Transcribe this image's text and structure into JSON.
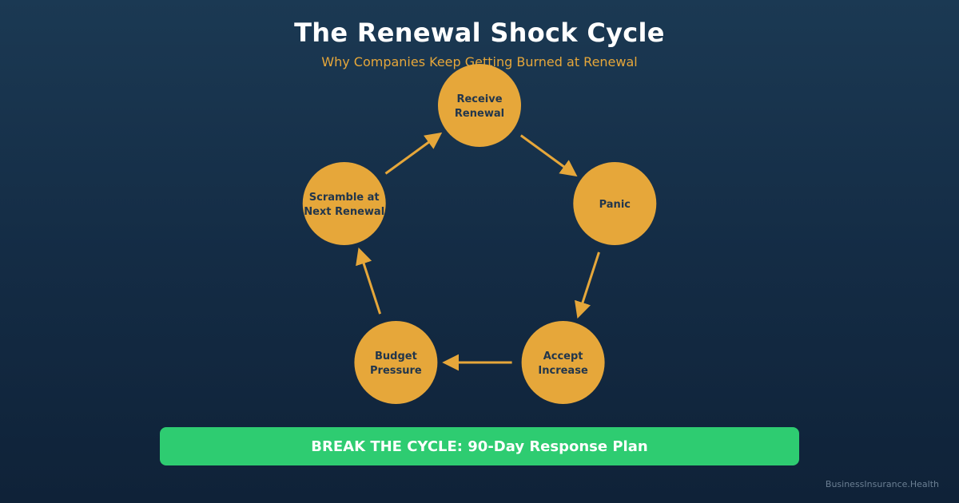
{
  "header": {
    "title": "The Renewal Shock Cycle",
    "subtitle": "Why Companies Keep Getting Burned at Renewal"
  },
  "cycle": {
    "node_color": "#e6a73a",
    "arrow_color": "#e6a73a",
    "label_color": "#22364c",
    "nodes": [
      {
        "lines": [
          "Receive",
          "Renewal"
        ]
      },
      {
        "lines": [
          "Panic"
        ]
      },
      {
        "lines": [
          "Accept",
          "Increase"
        ]
      },
      {
        "lines": [
          "Budget",
          "Pressure"
        ]
      },
      {
        "lines": [
          "Scramble at",
          "Next Renewal"
        ]
      }
    ]
  },
  "cta": {
    "label": "BREAK THE CYCLE: 90-Day Response Plan",
    "color": "#2ecc71"
  },
  "footer": {
    "watermark": "BusinessInsurance.Health"
  }
}
